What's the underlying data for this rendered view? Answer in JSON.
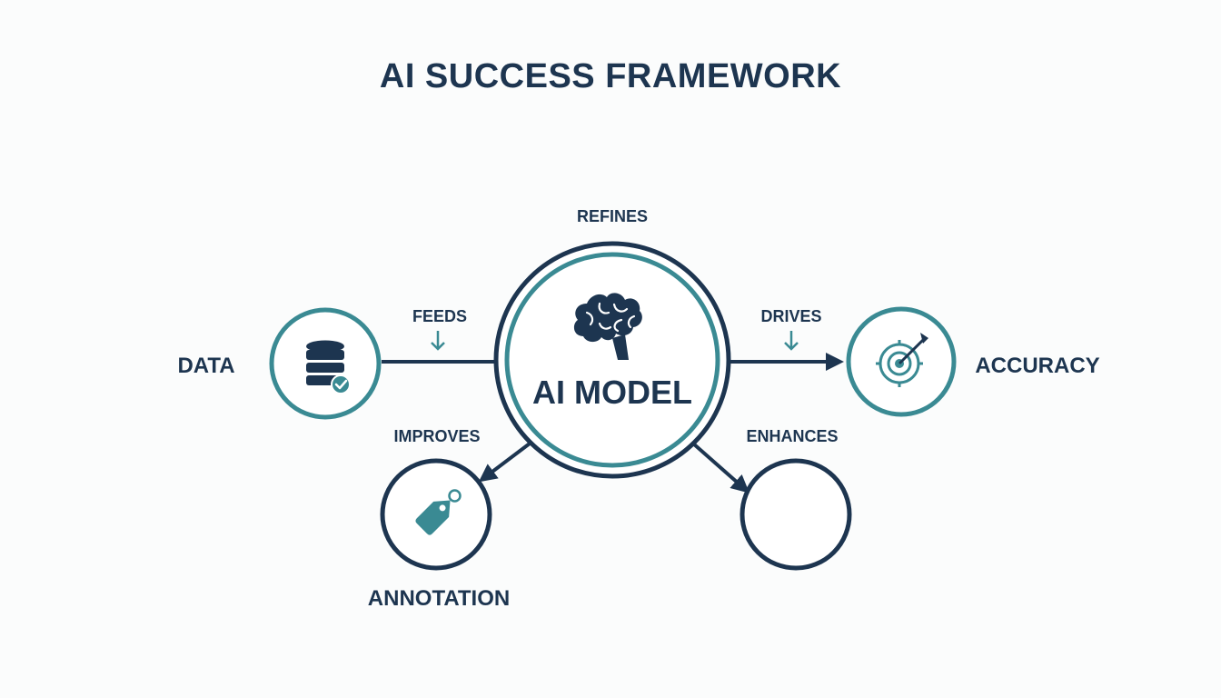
{
  "title": "AI SUCCESS FRAMEWORK",
  "colors": {
    "navy": "#1d3550",
    "teal": "#3a8a93",
    "background": "#fbfcfc"
  },
  "nodes": {
    "data": {
      "label": "DATA",
      "icon": "database-check-icon"
    },
    "ai_model": {
      "label": "AI MODEL",
      "icon": "brain-icon"
    },
    "accuracy": {
      "label": "ACCURACY",
      "icon": "target-icon"
    },
    "annotation": {
      "label": "ANNOTATION",
      "icon": "tag-icon"
    },
    "empty": {
      "label": ""
    }
  },
  "edges": {
    "refines": "REFINES",
    "feeds": "FEEDS",
    "drives": "DRIVES",
    "improves": "IMPROVES",
    "enhances": "ENHANCES"
  }
}
